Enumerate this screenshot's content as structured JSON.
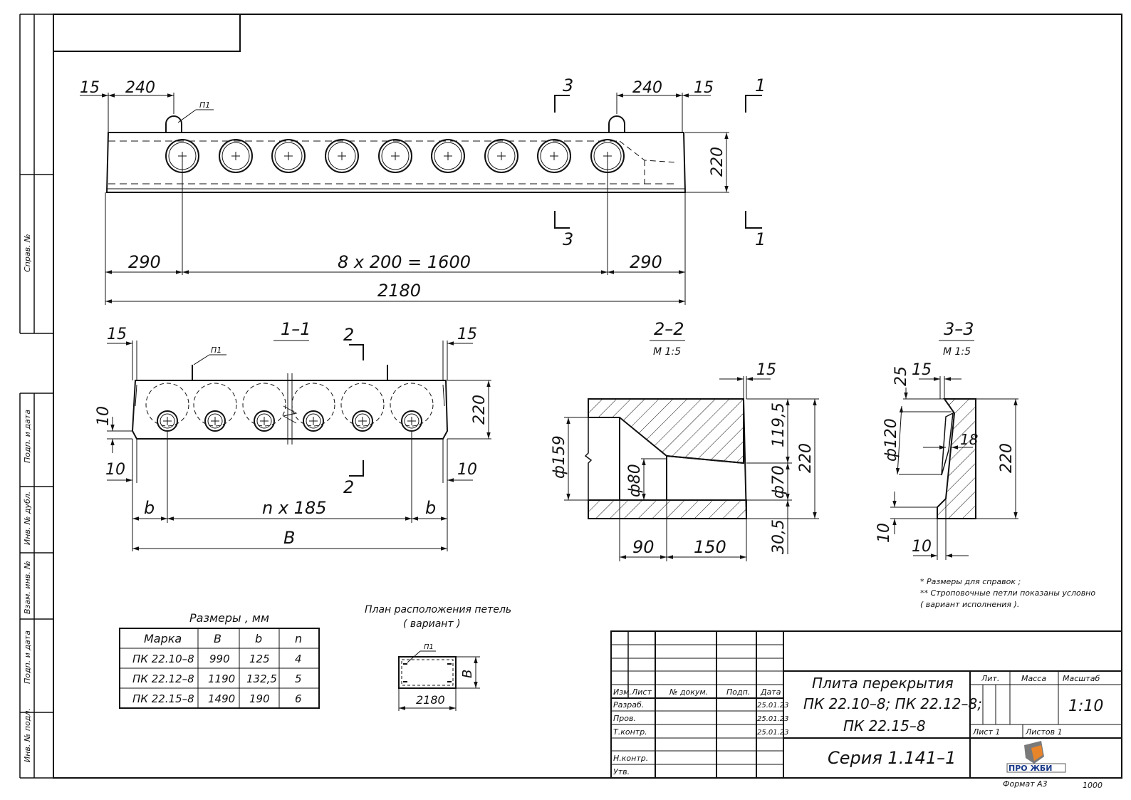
{
  "top_view": {
    "dim_15_left": "15",
    "dim_240_left": "240",
    "dim_240_right": "240",
    "dim_15_right": "15",
    "dim_220": "220",
    "dim_290_left": "290",
    "dim_mid": "8 x 200 = 1600",
    "dim_290_right": "290",
    "dim_total": "2180",
    "loop_label": "П1",
    "section_3": "3",
    "section_1": "1"
  },
  "section_1_1": {
    "title": "1–1",
    "dim_15_left": "15",
    "dim_15_right": "15",
    "dim_220": "220",
    "dim_10_a": "10",
    "dim_10_b": "10",
    "dim_10_c": "10",
    "dim_b_left": "b",
    "dim_b_right": "b",
    "dim_mid": "n x 185",
    "dim_total": "B",
    "section_2": "2",
    "loop_label": "П1"
  },
  "section_2_2": {
    "title": "2–2",
    "scale": "М 1:5",
    "dim_15": "15",
    "dim_1195": "119,5",
    "dim_220": "220",
    "dim_d159": "ф159",
    "dim_d80": "ф80",
    "dim_d70": "ф70",
    "dim_305": "30,5",
    "dim_90": "90",
    "dim_150": "150"
  },
  "section_3_3": {
    "title": "3–3",
    "scale": "М 1:5",
    "dim_25": "25",
    "dim_15": "15",
    "dim_d120": "ф120",
    "dim_18": "18",
    "dim_220": "220",
    "dim_10_a": "10",
    "dim_10_b": "10"
  },
  "notes": [
    "* Размеры для справок ;",
    "** Строповочные петли показаны условно",
    "( вариант исполнения )."
  ],
  "sizes_table": {
    "caption": "Размеры , мм",
    "headers": [
      "Марка",
      "B",
      "b",
      "n"
    ],
    "rows": [
      [
        "ПК 22.10–8",
        "990",
        "125",
        "4"
      ],
      [
        "ПК 22.12–8",
        "1190",
        "132,5",
        "5"
      ],
      [
        "ПК 22.15–8",
        "1490",
        "190",
        "6"
      ]
    ]
  },
  "loop_plan": {
    "title_line1": "План расположения петель",
    "title_line2": "( вариант )",
    "loop_label": "П1",
    "dim_b": "B",
    "dim_2180": "2180"
  },
  "side_stamp": [
    "Инв. № подл.",
    "Подп. и дата",
    "Взам. инв. №",
    "Инв. № дубл.",
    "Подп. и дата",
    "Справ. №"
  ],
  "title_block": {
    "col_headers": [
      "Изм.",
      "Лист",
      "№ докум.",
      "Подп.",
      "Дата"
    ],
    "rows": [
      {
        "role": "Разраб.",
        "date": "25.01.23"
      },
      {
        "role": "Пров.",
        "date": "25.01.23"
      },
      {
        "role": "Т.контр.",
        "date": "25.01.23"
      },
      {
        "role": "Н.контр.",
        "date": ""
      },
      {
        "role": "Утв.",
        "date": ""
      }
    ],
    "title_line1": "Плита перекрытия",
    "title_line2": "ПК 22.10–8; ПК 22.12–8;",
    "title_line3": "ПК 22.15–8",
    "series": "Серия  1.141–1",
    "lit_label": "Лит.",
    "mass_label": "Масса",
    "scale_label": "Масштаб",
    "scale_value": "1:10",
    "sheet_label": "Лист  1",
    "sheets_label": "Листов  1",
    "logo_text": "ПРО ЖБИ",
    "format_label": "Формат А3",
    "corner_number": "1000"
  }
}
